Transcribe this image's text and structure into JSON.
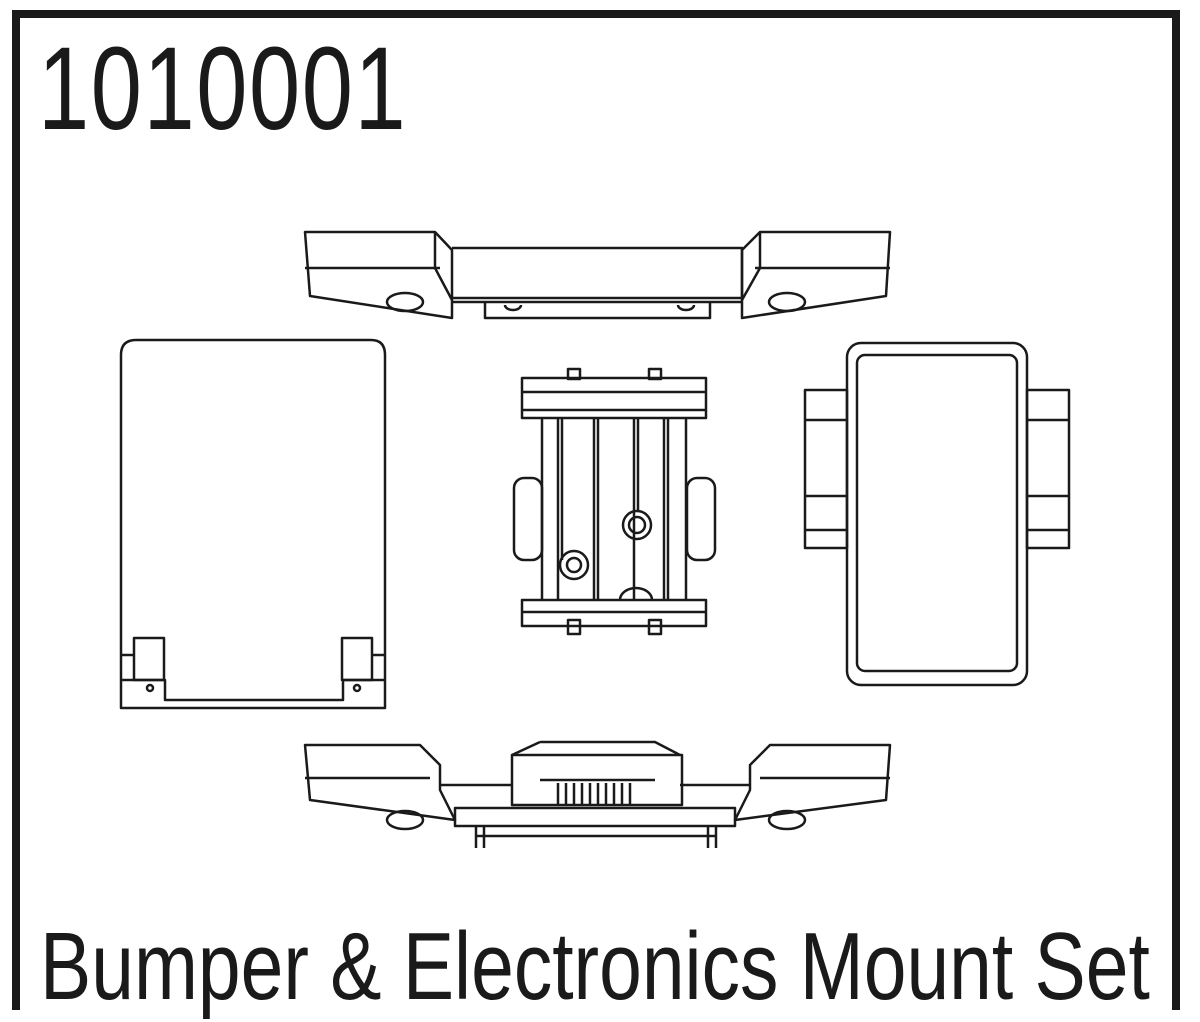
{
  "part_number": "1010001",
  "title": "Bumper & Electronics Mount Set",
  "parts": [
    "front-bumper",
    "battery-plate",
    "electronics-mount",
    "receiver-box",
    "rear-bumper"
  ]
}
